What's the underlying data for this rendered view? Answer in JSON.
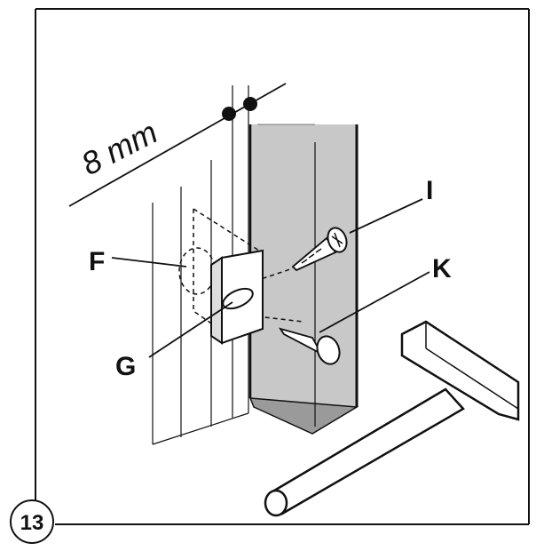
{
  "step_number": "13",
  "dimension": {
    "text": "8 mm"
  },
  "labels": {
    "F": "F",
    "G": "G",
    "I": "I",
    "K": "K"
  },
  "colors": {
    "line": "#111111",
    "post_fill": "#c8c8c8",
    "post_shadow": "#9a9a9a",
    "background": "#ffffff"
  }
}
